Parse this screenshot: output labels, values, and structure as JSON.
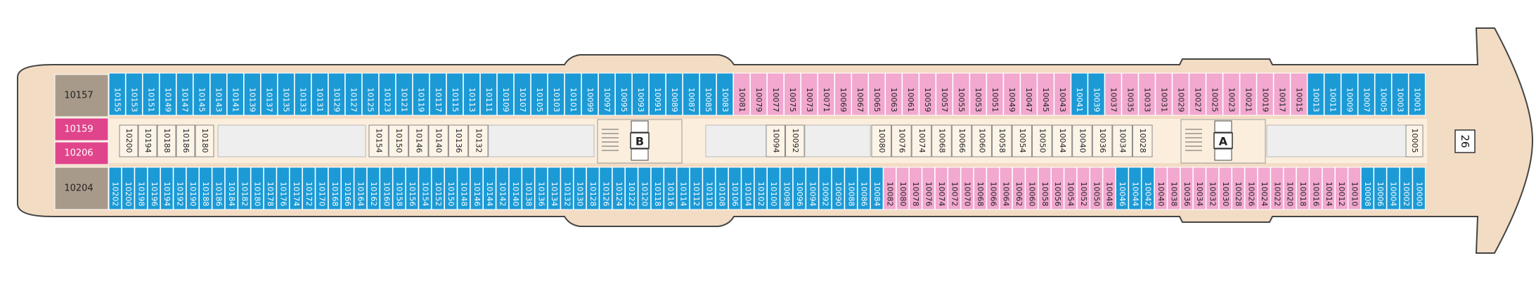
{
  "deck": {
    "number": "26"
  },
  "stairs": {
    "a": "A",
    "b": "B"
  },
  "colors": {
    "blue": "#1b9ad6",
    "pink": "#f2a8cf",
    "magenta": "#e0458c",
    "grey": "#a89a8a",
    "hull": "#f3dcc4",
    "corridor": "#fbeedd",
    "hull_stroke": "#444444",
    "white": "#ffffff"
  },
  "aft_cabins": [
    {
      "number": "10157",
      "category": "grey"
    },
    {
      "number": "10159",
      "category": "magenta"
    },
    {
      "number": "10206",
      "category": "magenta"
    },
    {
      "number": "10204",
      "category": "grey"
    }
  ],
  "top_row": [
    "10155",
    "10153",
    "10151",
    "10149",
    "10147",
    "10145",
    "10143",
    "10141",
    "10139",
    "10137",
    "10135",
    "10133",
    "10131",
    "10129",
    "10127",
    "10125",
    "10123",
    "10121",
    "10119",
    "10117",
    "10115",
    "10113",
    "10111",
    "10109",
    "10107",
    "10105",
    "10103",
    "10101",
    "10099",
    "10097",
    "10095",
    "10093",
    "10091",
    "10089",
    "10087",
    "10085",
    "10083",
    "10081",
    "10079",
    "10077",
    "10075",
    "10073",
    "10071",
    "10069",
    "10067",
    "10065",
    "10063",
    "10061",
    "10059",
    "10057",
    "10055",
    "10053",
    "10051",
    "10049",
    "10047",
    "10045",
    "10043",
    "10041",
    "10039",
    "10037",
    "10035",
    "10033",
    "10031",
    "10029",
    "10027",
    "10025",
    "10023",
    "10021",
    "10019",
    "10017",
    "10015",
    "10013",
    "10011",
    "10009",
    "10007",
    "10005",
    "10003",
    "10001"
  ],
  "bottom_row": [
    "10202",
    "10200",
    "10198",
    "10196",
    "10194",
    "10192",
    "10190",
    "10188",
    "10186",
    "10184",
    "10182",
    "10180",
    "10178",
    "10176",
    "10174",
    "10172",
    "10170",
    "10168",
    "10166",
    "10164",
    "10162",
    "10160",
    "10158",
    "10156",
    "10154",
    "10152",
    "10150",
    "10148",
    "10146",
    "10144",
    "10142",
    "10140",
    "10138",
    "10136",
    "10134",
    "10132",
    "10130",
    "10128",
    "10126",
    "10124",
    "10122",
    "10120",
    "10118",
    "10116",
    "10114",
    "10112",
    "10110",
    "10108",
    "10106",
    "10104",
    "10102",
    "10100",
    "10098",
    "10096",
    "10094",
    "10092",
    "10090",
    "10088",
    "10086",
    "10084",
    "10082",
    "10080",
    "10078",
    "10076",
    "10074",
    "10072",
    "10070",
    "10068",
    "10066",
    "10064",
    "10062",
    "10060",
    "10058",
    "10056",
    "10054",
    "10052",
    "10050",
    "10048",
    "10046",
    "10044",
    "10042",
    "10040",
    "10038",
    "10036",
    "10034",
    "10032",
    "10030",
    "10028",
    "10026",
    "10024",
    "10022",
    "10020",
    "10018",
    "10016",
    "10014",
    "10012",
    "10010",
    "10008",
    "10006",
    "10004",
    "10002",
    "10000"
  ],
  "inner_aft": [
    "10200",
    "10194",
    "10188",
    "10186",
    "10180"
  ],
  "inner_mid_aft": [
    "10154",
    "10150",
    "10146",
    "10140",
    "10136",
    "10132"
  ],
  "inner_mid": [
    "10094",
    "10092"
  ],
  "inner_fwd": [
    "10080",
    "10076",
    "10074",
    "10068",
    "10066",
    "10060",
    "10058",
    "10054",
    "10050",
    "10044",
    "10040",
    "10036",
    "10034",
    "10028"
  ],
  "inner_bow": [
    "10005"
  ]
}
